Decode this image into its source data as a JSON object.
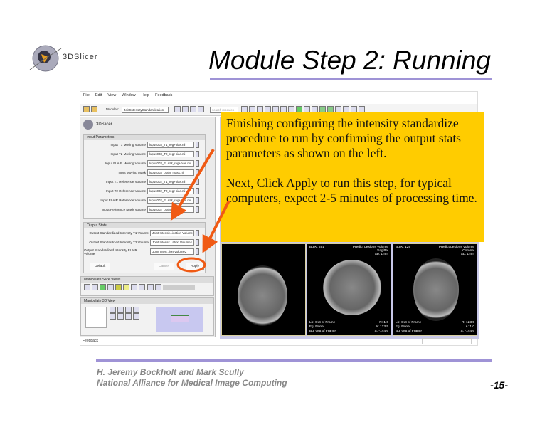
{
  "slide": {
    "title": "Module Step 2: Running",
    "logo_text": "3DSlicer",
    "footer_line1": "H. Jeremy Bockholt and Mark Scully",
    "footer_line2": "National Alliance for Medical Image Computing",
    "page_number": "-15-",
    "accent_color": "#9f93d6"
  },
  "callout": {
    "paragraph1": "Finishing configuring the intensity standardize procedure to run by confirming the output stats parameters as shown on the left.",
    "paragraph2": "Next, Click Apply to run this step, for typical computers, expect 2-5 minutes of processing time.",
    "color": "#ffcc00"
  },
  "app": {
    "menu": [
      "File",
      "Edit",
      "View",
      "Window",
      "Help",
      "Feedback"
    ],
    "modules_label": "Modules:",
    "module_value": "JointIntensityStandardization",
    "search_placeholder": "search modules",
    "logo_text": "3DSlicer",
    "input_section": "Input Parameters",
    "inputs": [
      {
        "label": "Input T1 Moving Volume",
        "value": "lupus003_T1_reg+bias.nii"
      },
      {
        "label": "Input T2 Moving Volume",
        "value": "lupus003_T2_reg+bias.nii"
      },
      {
        "label": "Input FLAIR Moving Volume",
        "value": "lupus003_FLAIR_reg+bias.nii"
      },
      {
        "label": "Input Moving Mask",
        "value": "lupus003_brain_mask.nii"
      },
      {
        "label": "Input T1 Reference Volume",
        "value": "lupus002_T1_reg+bias.nii"
      },
      {
        "label": "Input T2 Reference Volume",
        "value": "lupus002_T2_reg+bias.nii"
      },
      {
        "label": "Input FLAIR Reference Volume",
        "value": "lupus002_FLAIR_reg+bias.nii"
      },
      {
        "label": "Input Reference Mask Volume",
        "value": "lupus002_brain_mask.nii"
      }
    ],
    "output_section": "Output Stats",
    "outputs": [
      {
        "label": "Output Standardized Intensity T1 Volume",
        "value": "Joint Intensit...ization Volume"
      },
      {
        "label": "Output Standardized Intensity T2 Volume",
        "value": "Joint Intensit...ation Volume1"
      },
      {
        "label": "Output Standardized Intensity FLAIR Volume",
        "value": "Joint Inten...ion Volume2"
      }
    ],
    "default_label": "Default",
    "cancel_label": "Cancel",
    "apply_label": "Apply",
    "slice_views_section": "Manipulate Slice Views",
    "view3d_section": "Manipulate 3D View",
    "status": "Feedback",
    "slices": [
      {
        "tl": "",
        "tr": "",
        "bl": [
          "",
          ""
        ],
        "br": []
      },
      {
        "tl": "Bg K: 251",
        "tr": "Predict Lesions Volume",
        "orient": "Sagittal",
        "spacing": "Sp: 1mm",
        "bl": [
          "Lb: Out of Frame",
          "Fg: None",
          "Bg: Out of Frame"
        ],
        "br": [
          "R: 1.0",
          "A: 123.5",
          "S: -144.6"
        ]
      },
      {
        "tl": "Bg K: 129",
        "tr": "Predict Lesions Volume",
        "orient": "Coronal",
        "spacing": "Sp: 1mm",
        "bl": [
          "Lb: Out of Frame",
          "Fg: None",
          "Bg: Out of Frame"
        ],
        "br": [
          "R: 123.5",
          "A: 1.0",
          "S: -144.6"
        ]
      }
    ]
  },
  "annotation_color": "#f05a14"
}
